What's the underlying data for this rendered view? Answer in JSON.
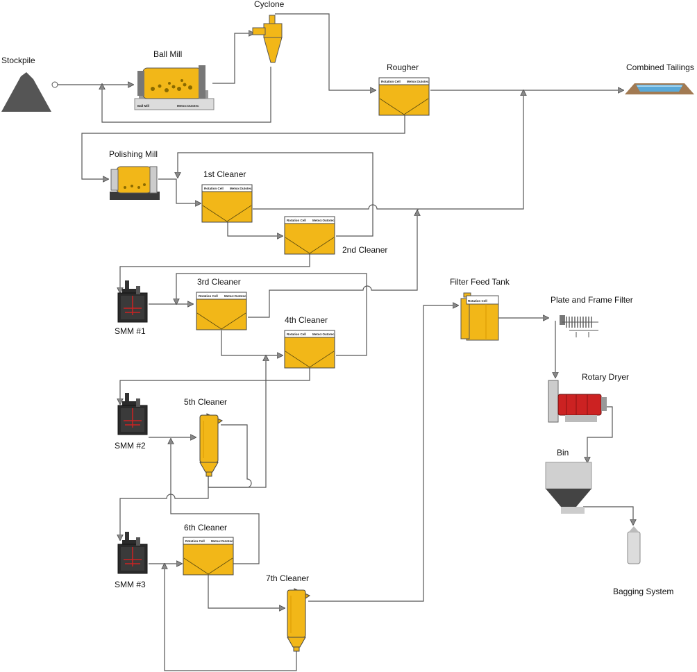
{
  "labels": {
    "stockpile": "Stockpile",
    "ball_mill": "Ball Mill",
    "cyclone": "Cyclone",
    "rougher": "Rougher",
    "combined_tailings": "Combined Tailings",
    "polishing_mill": "Polishing Mill",
    "cleaner_1": "1st Cleaner",
    "cleaner_2": "2nd Cleaner",
    "cleaner_3": "3rd Cleaner",
    "cleaner_4": "4th Cleaner",
    "cleaner_5": "5th Cleaner",
    "cleaner_6": "6th Cleaner",
    "cleaner_7": "7th Cleaner",
    "smm_1": "SMM #1",
    "smm_2": "SMM #2",
    "smm_3": "SMM #3",
    "filter_feed_tank": "Filter Feed Tank",
    "plate_frame_filter": "Plate and Frame Filter",
    "rotary_dryer": "Rotary Dryer",
    "bin": "Bin",
    "bagging_system": "Bagging System"
  },
  "equipment_branding": {
    "cell_model": "Rotation Cell",
    "manufacturer": "Metso:Outotec",
    "mill_plate": "Ball Mill"
  },
  "colors": {
    "equipment_yellow": "#f2b718",
    "pipe": "#555555",
    "stockpile": "#555555",
    "mill_red": "#cc2222",
    "tailings_water": "#5aa9d8"
  },
  "icons": [
    "stockpile-icon",
    "ball-mill-icon",
    "cyclone-icon",
    "flotation-cell-icon",
    "tailings-pond-icon",
    "polishing-mill-icon",
    "stirred-media-mill-icon",
    "column-cell-icon",
    "filter-feed-tank-icon",
    "plate-frame-filter-icon",
    "rotary-dryer-icon",
    "bin-icon",
    "bagging-system-icon"
  ]
}
